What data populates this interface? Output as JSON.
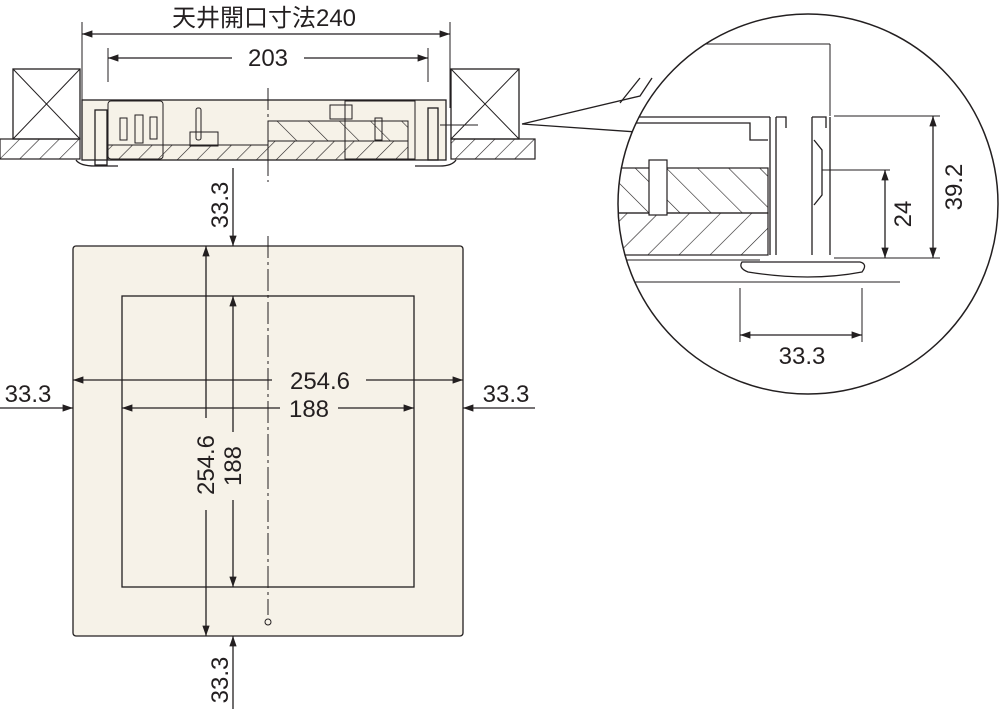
{
  "title": "天井開口寸法240",
  "colors": {
    "panel": "#f6f2e8",
    "line": "#231f20"
  },
  "section_view": {
    "opening_width_label": "天井開口寸法240",
    "inner_width": "203"
  },
  "plan_view": {
    "outer_width": "254.6",
    "inner_width": "188",
    "outer_height": "254.6",
    "inner_height": "188",
    "margin_left": "33.3",
    "margin_right": "33.3",
    "margin_top": "33.3",
    "margin_bottom": "33.3"
  },
  "detail_view": {
    "frame_height": "39.2",
    "inner_height": "24",
    "flange_width": "33.3"
  }
}
